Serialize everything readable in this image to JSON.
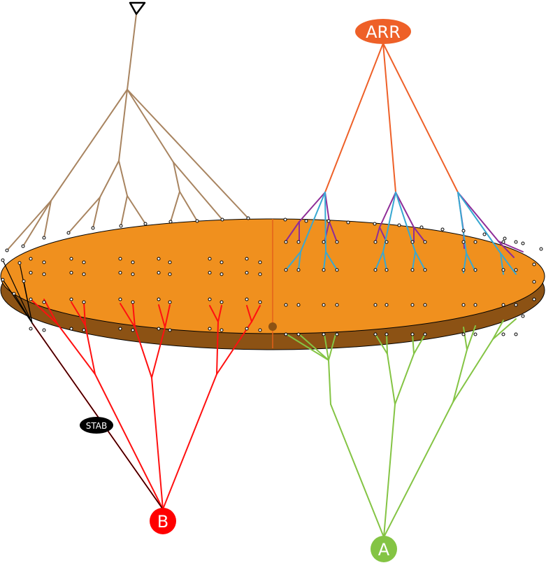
{
  "labels": {
    "arr": "ARR",
    "stab": "STAB",
    "b": "B",
    "a": "A"
  },
  "colors": {
    "disk_top": "#f0901e",
    "disk_side": "#8c5214",
    "seam": "#e2601a",
    "brown_tree": "#a88460",
    "arr_tree": "#ee6028",
    "purple_tree": "#8e2c98",
    "cyan_tree": "#38a8d2",
    "red_tree": "#ff1010",
    "green_tree": "#84c444",
    "stab_line": "#000000",
    "node_dot": "#ffffff",
    "center_dot": "#8c5214",
    "arr_badge": "#ee6028",
    "b_badge": "#ff0000",
    "a_badge": "#84c444",
    "stab_badge": "#000000"
  },
  "icons": {
    "top_apex": "open-triangle-icon"
  }
}
